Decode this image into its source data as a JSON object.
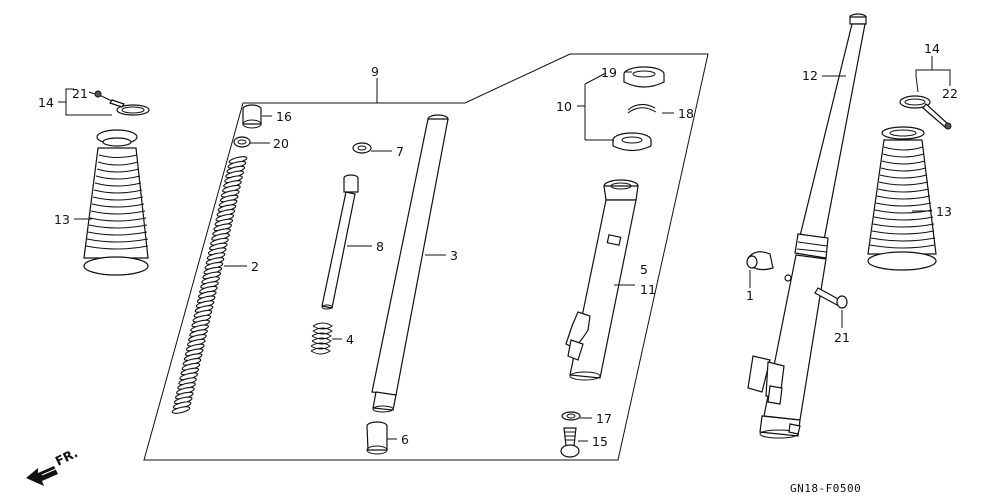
{
  "diagram": {
    "code": "GN18-F0500",
    "direction_label": "FR.",
    "callouts": [
      "1",
      "2",
      "3",
      "4",
      "5",
      "6",
      "7",
      "8",
      "9",
      "10",
      "11",
      "12",
      "13",
      "13",
      "14",
      "14",
      "15",
      "16",
      "17",
      "18",
      "19",
      "20",
      "21",
      "21",
      "22"
    ]
  }
}
